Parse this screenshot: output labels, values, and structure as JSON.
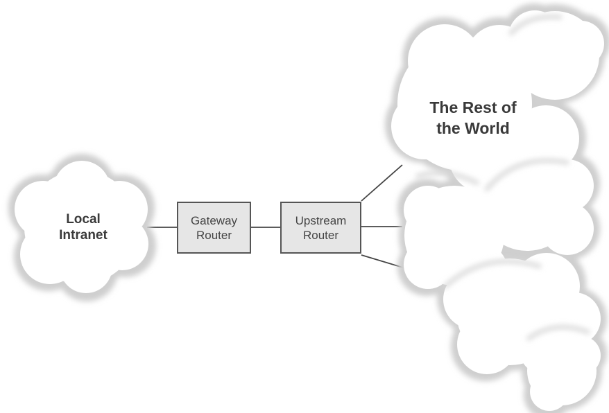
{
  "nodes": {
    "local_intranet": {
      "line1": "Local",
      "line2": "Intranet"
    },
    "gateway_router": {
      "line1": "Gateway",
      "line2": "Router"
    },
    "upstream_router": {
      "line1": "Upstream",
      "line2": "Router"
    },
    "rest_of_world": {
      "line1": "The Rest of",
      "line2": "the World"
    }
  },
  "colors": {
    "cloud_edge": "#d2d2d2",
    "router_fill": "#e6e6e6",
    "router_border": "#555555",
    "line": "#444444",
    "text": "#3a3a3a"
  }
}
